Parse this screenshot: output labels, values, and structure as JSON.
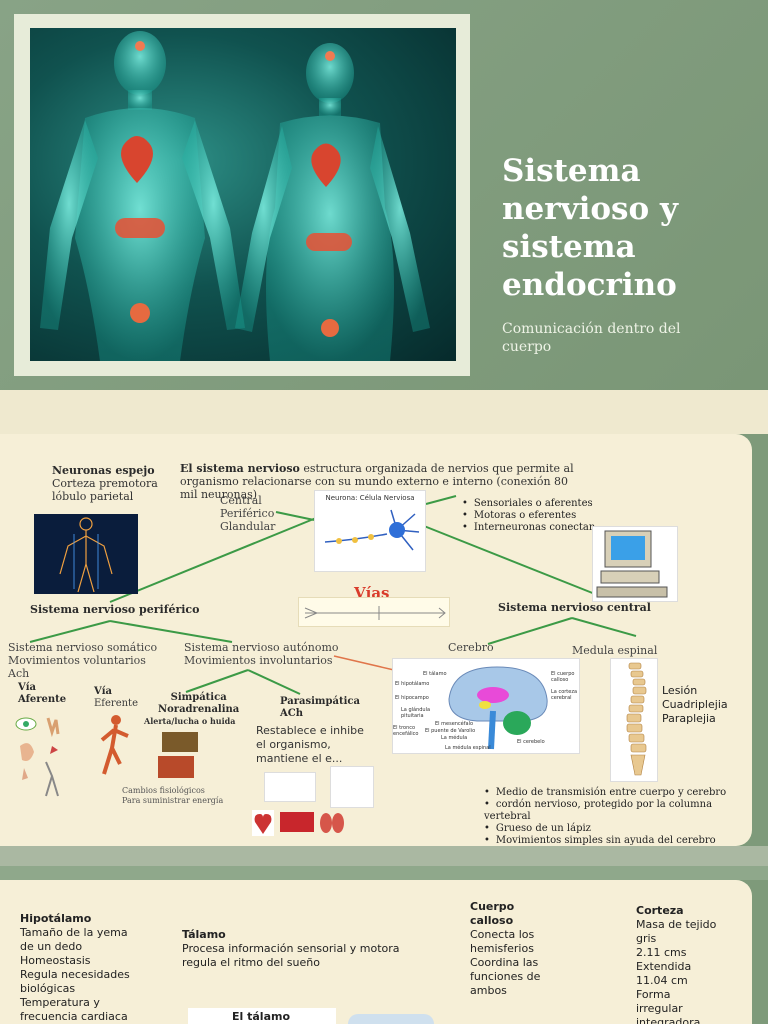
{
  "slide1": {
    "title": "Sistema nervioso y sistema endocrino",
    "subtitle": "Comunicación dentro del cuerpo"
  },
  "slide2": {
    "espejo_title": "Neuronas espejo",
    "espejo_line1": "Corteza premotora",
    "espejo_line2": "lóbulo parietal",
    "intro_bold": "El sistema nervioso",
    "intro_rest": " estructura organizada de nervios que permite al organismo relacionarse con su mundo externo e interno  (conexión  80 mil neuronas)",
    "central_list": [
      "Central",
      "Periférico",
      "Glandular"
    ],
    "neuron_caption": "Neurona: Célula Nerviosa",
    "neuron_types": [
      "Sensoriales o aferentes",
      "Motoras  o eferentes",
      "Interneuronas conectan"
    ],
    "vias": "Vías",
    "periferico": "Sistema nervioso periférico",
    "central": "Sistema nervioso central",
    "somatico_title": "Sistema nervioso somático",
    "somatico_line2": "Movimientos voluntarios",
    "somatico_line3": "Ach",
    "autonomo_title": "Sistema nervioso autónomo",
    "autonomo_line2": "Movimientos involuntarios",
    "cerebro": "Cerebro",
    "medula": "Medula  espinal",
    "via_aferente_1": "Vía",
    "via_aferente_2": "Aferente",
    "via_eferente_1": "Vía",
    "via_eferente_2": "Eferente",
    "simpatica_1": "Simpática",
    "simpatica_2": "Noradrenalina",
    "simpatica_3": "Alerta/lucha o huida",
    "parasimpatica_1": "Parasimpática",
    "parasimpatica_2": "ACh",
    "parasimpatica_desc": "Restablece e inhibe el organismo, mantiene el e...",
    "cambios_1": "Cambios fisiológicos",
    "cambios_2": "Para suministrar energía",
    "lesion": [
      "Lesión",
      "Cuadriplejia",
      "Paraplejia"
    ],
    "brain_labels": [
      "El tálamo",
      "El hipotálamo",
      "El hipocampo",
      "La glándula pituitaria",
      "El tronco encefálico",
      "El mesencéfalo",
      "El puente de Varolio",
      "La médula",
      "La médula espinal",
      "El cuerpo calloso",
      "La corteza cerebral",
      "El cerebelo"
    ],
    "medula_facts": [
      "Medio de transmisión entre cuerpo y cerebro",
      "cordón nervioso, protegido por la columna vertebral",
      "Grueso de un lápiz",
      "Movimientos simples sin ayuda del cerebro"
    ]
  },
  "slide3": {
    "hipotalamo_title": "Hipotálamo",
    "hipotalamo_lines": [
      "Tamaño de la yema",
      "de un dedo",
      "Homeostasis",
      "Regula necesidades",
      "biológicas",
      "Temperatura y",
      "frecuencia cardiaca"
    ],
    "talamo_title": "Tálamo",
    "talamo_lines": [
      "Procesa información sensorial y motora",
      "regula el ritmo del sueño"
    ],
    "talamo_img_label": "El tálamo",
    "calloso_title_1": "Cuerpo",
    "calloso_title_2": "calloso",
    "calloso_lines": [
      "Conecta los",
      "hemisferios",
      "Coordina las",
      "funciones de",
      "ambos"
    ],
    "corteza_title": "Corteza",
    "corteza_lines": [
      "Masa de tejido",
      "gris",
      " 2.11 cms",
      " Extendida",
      " 11.04 cm",
      "Forma",
      "irregular",
      "integradora"
    ]
  }
}
